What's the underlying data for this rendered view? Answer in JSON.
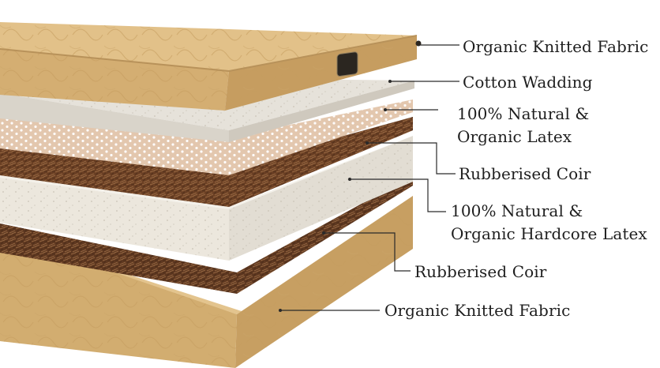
{
  "labels": {
    "top_fabric": "Organic Knitted Fabric",
    "cotton_wadding": "Cotton Wadding",
    "natural_latex": [
      "100% Natural &",
      "Organic Latex"
    ],
    "coir_upper": "Rubberised Coir",
    "hardcore_latex": [
      "100% Natural &",
      "Organic Hardcore Latex"
    ],
    "coir_lower": "Rubberised Coir",
    "bottom_fabric": "Organic Knitted Fabric"
  },
  "colors": {
    "fabric_top": "#d8b47a",
    "fabric_side": "#c9a066",
    "wadding": "#e2ddd4",
    "latex": "#e6cdb6",
    "coir": "#6f4428",
    "hardcore_latex": "#efebe3",
    "leader_line": "#2a2a2a"
  }
}
